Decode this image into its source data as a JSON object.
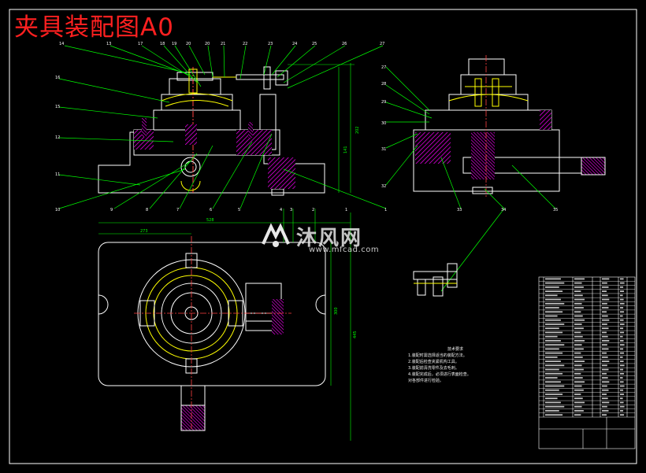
{
  "title": "夹具装配图A0",
  "watermark": {
    "text": "沐风网",
    "url": "www.mfcad.com"
  },
  "tech_requirements": {
    "heading": "技术要求",
    "items": [
      "1.装配时需选择适当的装配方法。",
      "2.装配后检查夹紧机构工具。",
      "3.装配前清洗零件及去毛刺。",
      "4.装配完成后，必须进行表面检查。",
      "对各部件进行检验。"
    ]
  },
  "dimensions": {
    "top_width": "528",
    "top_half": "273",
    "height_right": "445",
    "height_mid": "300",
    "front_height": "202",
    "front_mid": "141"
  },
  "colors": {
    "background": "#000000",
    "outline": "#ffffff",
    "leader": "#00ff00",
    "section": "#ff00ff",
    "axis": "#ff4040",
    "yellow": "#ffff00",
    "cyan": "#00ffff",
    "title": "#ff2020"
  }
}
